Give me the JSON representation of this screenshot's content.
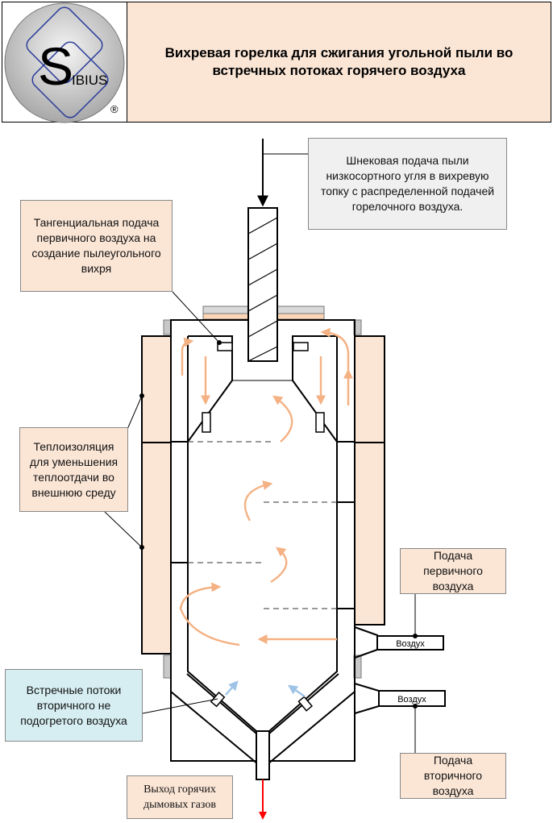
{
  "header": {
    "title": "Вихревая горелка для сжигания угольной пыли во встречных потоках горячего воздуха",
    "logo": {
      "mark": "S",
      "text": "IBIUS",
      "registered": "®"
    }
  },
  "callouts": {
    "screw_feed": "Шнековая подача  пыли низкосортного угля   в вихревую топку с распределенной подачей горелочного воздуха.",
    "tangential": "Тангенциальная подача  первичного воздуха на создание пылеугольного вихря",
    "insulation": "Теплоизоляция для уменьшения теплоотдачи  во внешнюю среду",
    "primary_air": "Подача первичного воздуха",
    "counter_flows": "Встречные потоки вторичного не подогретого воздуха",
    "secondary_air": "Подача вторичного воздуха",
    "exhaust": "Выход горячих дымовых газов"
  },
  "pipe_labels": {
    "primary": "Воздух",
    "secondary": "Воздух"
  },
  "colors": {
    "title_bg": "#fbe6d6",
    "insulation": "#fbe6d6",
    "flow_arrow": "#f4b183",
    "secondary_air_arrow": "#9dc3e6",
    "exhaust_arrow": "#ff0000",
    "callout_grey": "#f0f0f0",
    "callout_cyan": "#d6eef2"
  }
}
